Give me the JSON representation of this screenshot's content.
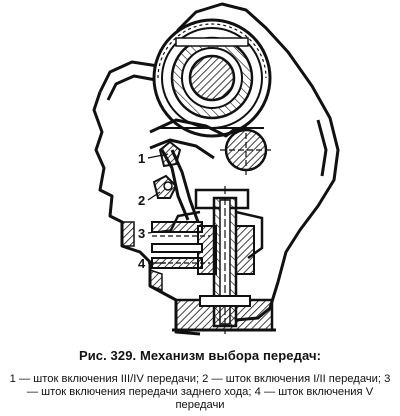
{
  "figure": {
    "icon": "gearshift-mechanism-drawing",
    "callouts": [
      "1",
      "2",
      "3",
      "4"
    ]
  },
  "caption": {
    "title": "Рис. 329. Механизм выбора передач:",
    "body": "1 — шток включения III/IV передачи; 2 — шток включения I/II передачи; 3 — шток включения передачи заднего хода; 4 — шток включения V передачи"
  }
}
